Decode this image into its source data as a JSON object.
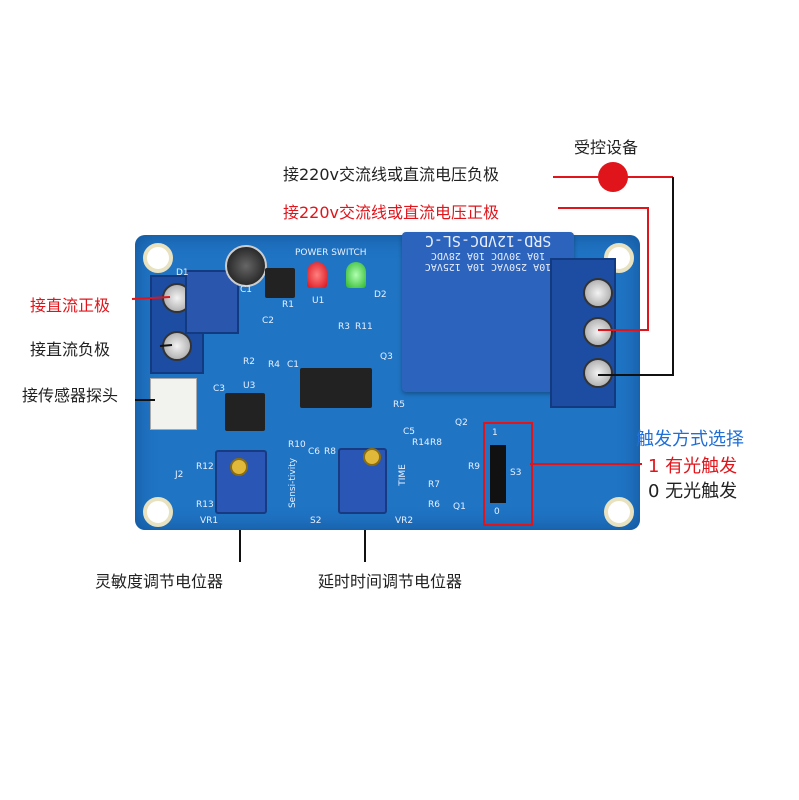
{
  "labels": {
    "controlled_device": "受控设备",
    "ac_negative": "接220v交流线或直流电压负极",
    "ac_positive": "接220v交流线或直流电压正极",
    "dc_positive": "接直流正极",
    "dc_negative": "接直流负极",
    "sensor_probe": "接传感器探头",
    "sensitivity_pot": "灵敏度调节电位器",
    "delay_pot": "延时时间调节电位器",
    "trigger_mode_title": "触发方式选择",
    "trigger_1": "1 有光触发",
    "trigger_0": "0 无光触发"
  },
  "board": {
    "relay_model": "SRD-12VDC-SL-C",
    "relay_rating_1": "10A 250VAC  10A 125VAC",
    "relay_rating_2": "10A 30VDC  10A 28VDC",
    "power_switch": "POWER SWITCH",
    "silk": [
      "D1",
      "C1",
      "U1",
      "D2",
      "R1",
      "C2",
      "R3",
      "R11",
      "R2",
      "R4",
      "C1",
      "Q3",
      "U3",
      "C3",
      "R5",
      "C5",
      "R10",
      "C6",
      "R8",
      "R14",
      "R8",
      "Q2",
      "R9",
      "R7",
      "R6",
      "Q1",
      "S3",
      "J2",
      "R12",
      "R13",
      "VR1",
      "VR2",
      "S2",
      "Sensi-tivity",
      "TIME",
      "1",
      "0"
    ]
  },
  "colors": {
    "board": "#1f74c4",
    "relay": "#2b63bd",
    "accent_red": "#e0151b",
    "accent_blue": "#1f6fd6"
  }
}
